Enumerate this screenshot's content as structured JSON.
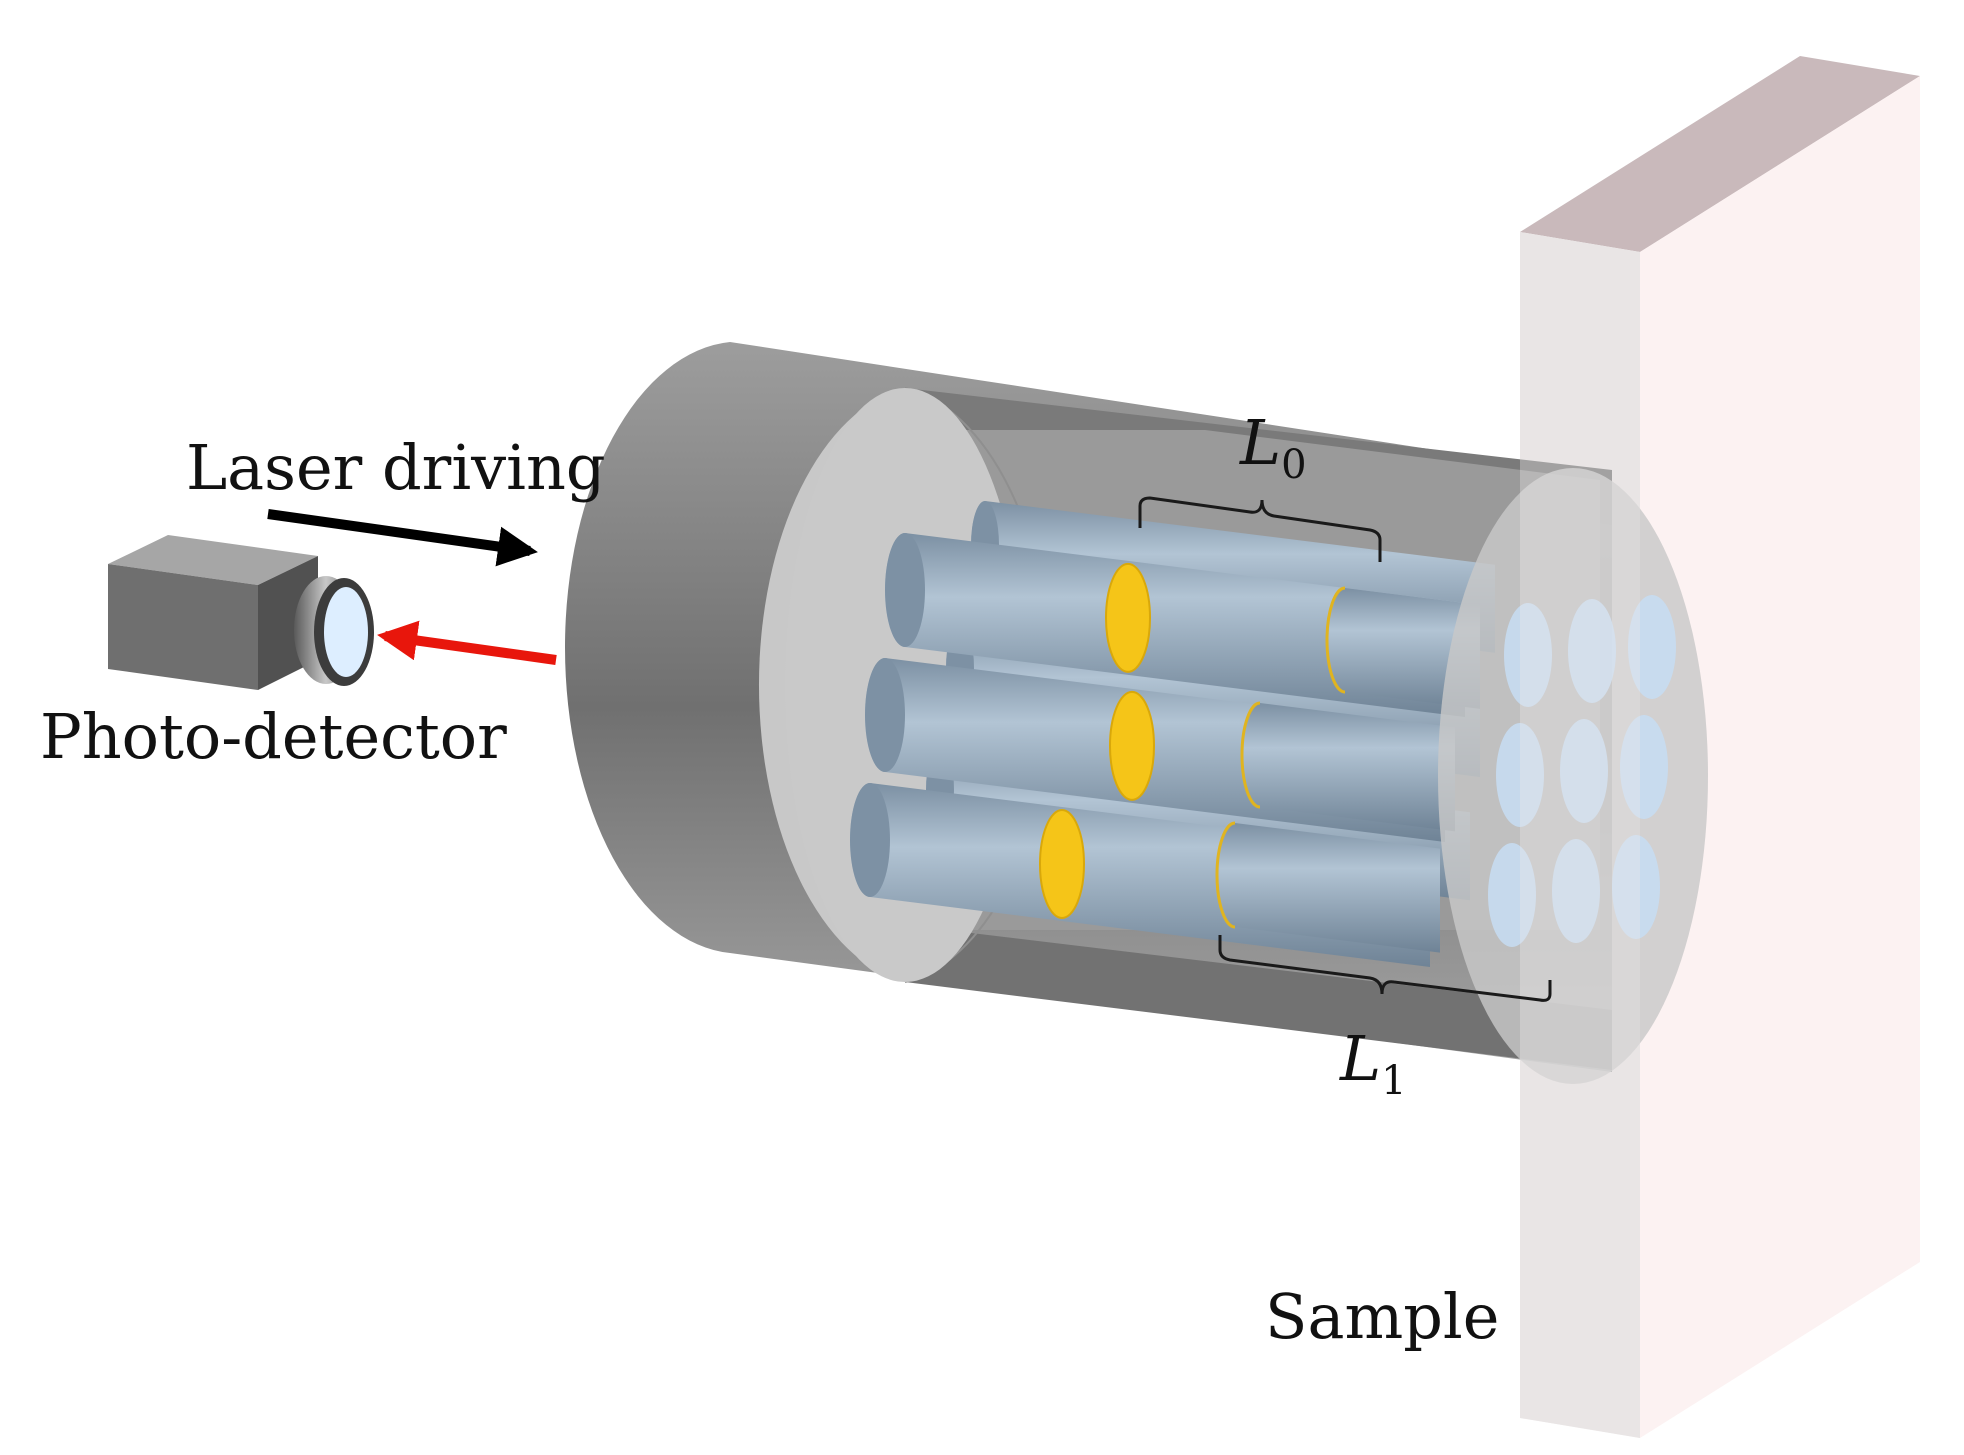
{
  "labels": {
    "laser": "Laser driving",
    "detector": "Photo-detector",
    "sample": "Sample",
    "l0_var": "L",
    "l0_sub": "0",
    "l1_var": "L",
    "l1_sub": "1"
  },
  "colors": {
    "housing_dark": "#6f6f6f",
    "housing_mid": "#8a8a8a",
    "housing_light": "#a9a9a9",
    "face": "#c8c8c8",
    "cylinder": "#8da2b5",
    "cylinder_light": "#b4c6d6",
    "cylinder_dark": "#6b7f92",
    "disc": "#f5c518",
    "sample_face": "#e8e4e4",
    "sample_side": "#fcf4f4",
    "sample_top": "#c9b9bb",
    "window": "#c7ddf3",
    "laser_arrow": "#000000",
    "return_arrow": "#e8160c",
    "detector_body": "#6a6a6a",
    "lens": "#ddeeff"
  },
  "icons": {
    "detector": "camera-icon",
    "laser_arrow": "arrow-right-icon",
    "return_arrow": "arrow-left-icon"
  }
}
